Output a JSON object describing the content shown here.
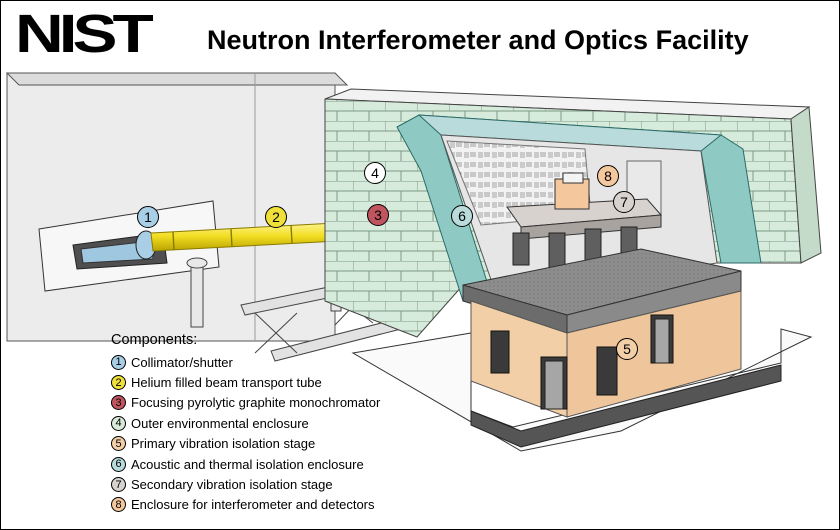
{
  "header": {
    "logo_text": "NIST",
    "title": "Neutron Interferometer and Optics Facility"
  },
  "legend": {
    "heading": "Components:",
    "items": [
      {
        "num": "1",
        "label": "Collimator/shutter",
        "color": "#a9cfe6"
      },
      {
        "num": "2",
        "label": "Helium filled beam transport tube",
        "color": "#f0e03a"
      },
      {
        "num": "3",
        "label": "Focusing pyrolytic graphite monochromator",
        "color": "#c05560"
      },
      {
        "num": "4",
        "label": "Outer environmental enclosure",
        "color": "#d9ecdc"
      },
      {
        "num": "5",
        "label": "Primary vibration isolation stage",
        "color": "#f3cfa8"
      },
      {
        "num": "6",
        "label": "Acoustic and thermal isolation enclosure",
        "color": "#b9dbdc"
      },
      {
        "num": "7",
        "label": "Secondary vibration isolation stage",
        "color": "#d8d2cf"
      },
      {
        "num": "8",
        "label": "Enclosure for interferometer and detectors",
        "color": "#f4c79c"
      }
    ]
  },
  "callouts": [
    "1",
    "2",
    "3",
    "4",
    "5",
    "6",
    "7",
    "8"
  ]
}
